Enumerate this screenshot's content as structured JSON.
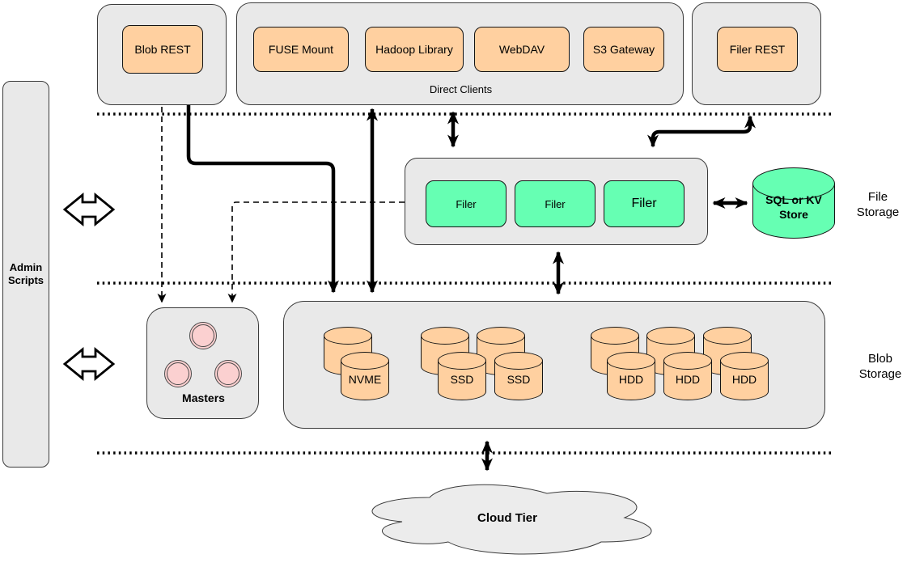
{
  "colors": {
    "orange": "#ffd0a0",
    "green": "#66ffb3",
    "gray": "#e9e9e9",
    "pink": "#fbd0d0",
    "cloud": "#ececec",
    "line": "#000000"
  },
  "top_row": {
    "blob_rest_label": "Blob REST",
    "direct_clients_label": "Direct Clients",
    "client_boxes": [
      "FUSE Mount",
      "Hadoop Library",
      "WebDAV",
      "S3 Gateway"
    ],
    "filer_rest_label": "Filer REST"
  },
  "left": {
    "admin_label": "Admin Scripts"
  },
  "file_storage_layer": {
    "filer_labels": [
      "Filer",
      "Filer",
      "Filer"
    ],
    "store_label": "SQL or KV Store",
    "layer_label": "File Storage"
  },
  "masters_label": "Masters",
  "blob_storage_layer": {
    "layer_label": "Blob Storage",
    "disk_labels": {
      "nvme": "NVME",
      "ssd1": "SSD",
      "ssd2": "SSD",
      "hdd1": "HDD",
      "hdd2": "HDD",
      "hdd3": "HDD"
    }
  },
  "cloud_label": "Cloud Tier"
}
